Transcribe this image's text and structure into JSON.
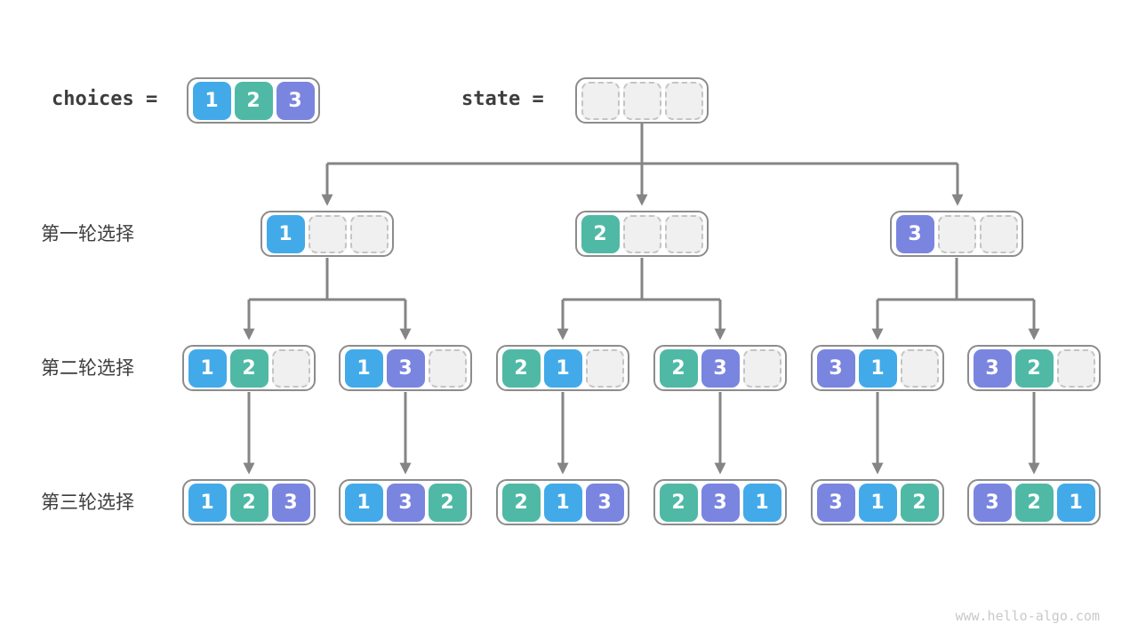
{
  "header": {
    "choices_label": "choices =",
    "state_label": "state =",
    "choices_values": [
      "1",
      "2",
      "3"
    ]
  },
  "row_labels": [
    "第一轮选择",
    "第二轮选择",
    "第三轮选择"
  ],
  "rows": {
    "round1": [
      [
        "1",
        "",
        ""
      ],
      [
        "2",
        "",
        ""
      ],
      [
        "3",
        "",
        ""
      ]
    ],
    "round2": [
      [
        "1",
        "2",
        ""
      ],
      [
        "1",
        "3",
        ""
      ],
      [
        "2",
        "1",
        ""
      ],
      [
        "2",
        "3",
        ""
      ],
      [
        "3",
        "1",
        ""
      ],
      [
        "3",
        "2",
        ""
      ]
    ],
    "round3": [
      [
        "1",
        "2",
        "3"
      ],
      [
        "1",
        "3",
        "2"
      ],
      [
        "2",
        "1",
        "3"
      ],
      [
        "2",
        "3",
        "1"
      ],
      [
        "3",
        "1",
        "2"
      ],
      [
        "3",
        "2",
        "1"
      ]
    ]
  },
  "watermark": "www.hello-algo.com",
  "colors": {
    "value1": "#42aae9",
    "value2": "#4fb9a5",
    "value3": "#7a85e0",
    "arrow": "#858585",
    "node_border": "#8c8c8c",
    "empty_fill": "#f0f0f0",
    "empty_border": "#c4c4c4",
    "label_text": "#3d3d3d",
    "watermark_text": "#c9c9c9"
  }
}
